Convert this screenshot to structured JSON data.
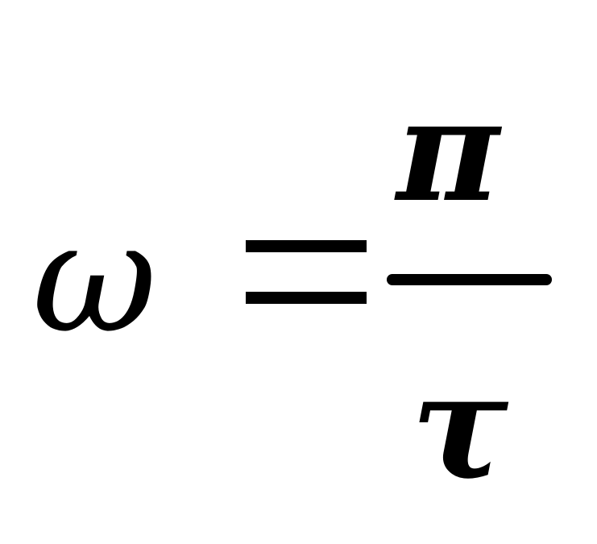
{
  "formula": {
    "lhs": "ω",
    "operator": "=",
    "numerator": "π",
    "denominator": "τ"
  }
}
